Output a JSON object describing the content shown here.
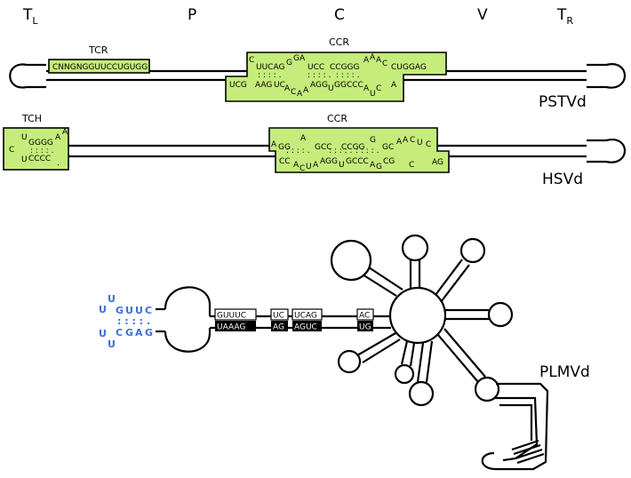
{
  "domains": {
    "tl": "T",
    "tl_sub": "L",
    "p": "P",
    "c": "C",
    "v": "V",
    "tr": "T",
    "tr_sub": "R"
  },
  "pstvd": {
    "name": "PSTVd",
    "tcr_label": "TCR",
    "tcr_seq": "CNNGNGGUUCCUGUGG",
    "ccr_label": "CCR",
    "top": {
      "a": "C",
      "b": "UUCAG",
      "c": "G",
      "d": "GA",
      "e": "UCC",
      "f": "CCGGG",
      "g": "A",
      "h": "A",
      "i": "A",
      "j": "C",
      "k": "CUGGAG"
    },
    "bot": {
      "a": "UCG",
      "b": "AAG",
      "c": "UC",
      "d": "A",
      "e": "C",
      "f": "A",
      "g": "A",
      "h": "AGG",
      "i": "U",
      "j": "GGCCC",
      "k": "A",
      "l": "U",
      "m": "C",
      "n": "A"
    },
    "pair_dots": ": : : : ."
  },
  "hsvd": {
    "name": "HSVd",
    "tch_label": "TCH",
    "ccr_label": "CCR",
    "tch": {
      "u": "U",
      "c": "C",
      "top": "GGGG",
      "bot": "CCCC",
      "a1": "A",
      "a2": "A",
      "dot": "."
    },
    "top": {
      "a": "A",
      "b": "GG",
      "c": "A",
      "d": "GCC",
      "e": "CCGG",
      "f": "G",
      "g": "GC",
      "h": "A",
      "i": "A",
      "j": "C",
      "k": "U",
      "l": "C"
    },
    "bot": {
      "a": "CC",
      "b": "A",
      "c": "C",
      "d": "U",
      "e": "A",
      "f": "AGG",
      "g": "U",
      "h": "GCCC",
      "i": "A",
      "j": "G",
      "k": "CG",
      "l": "C",
      "m": "AG"
    }
  },
  "plmvd": {
    "name": "PLMVd",
    "hairpin_top": [
      "G",
      "U",
      "U",
      "C"
    ],
    "hairpin_bot": [
      "C",
      "G",
      "A",
      "G"
    ],
    "loop_top": [
      "U",
      "U"
    ],
    "loop_bot": [
      "U",
      "U"
    ],
    "boxes": [
      {
        "top": "GUUUC",
        "bot": "UAAAG"
      },
      {
        "top": "UC",
        "bot": "AG"
      },
      {
        "top": "UCAG",
        "bot": "AGUC"
      },
      {
        "top": "AC",
        "bot": "UG"
      }
    ]
  }
}
